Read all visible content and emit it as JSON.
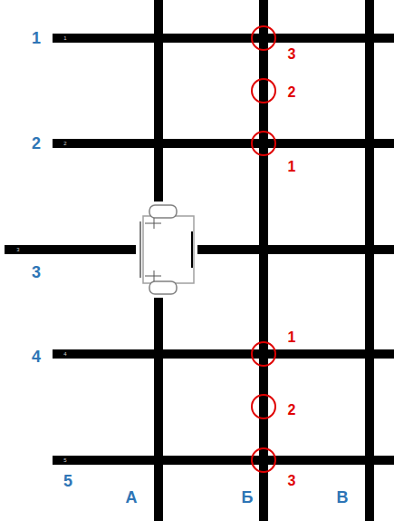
{
  "diagram": {
    "labels": [
      "1",
      "1",
      "3",
      "2",
      "2",
      "2",
      "1",
      "3",
      "3",
      "1",
      "4",
      "4",
      "2",
      "3",
      "5",
      "5",
      "А",
      "Б",
      "В"
    ]
  }
}
